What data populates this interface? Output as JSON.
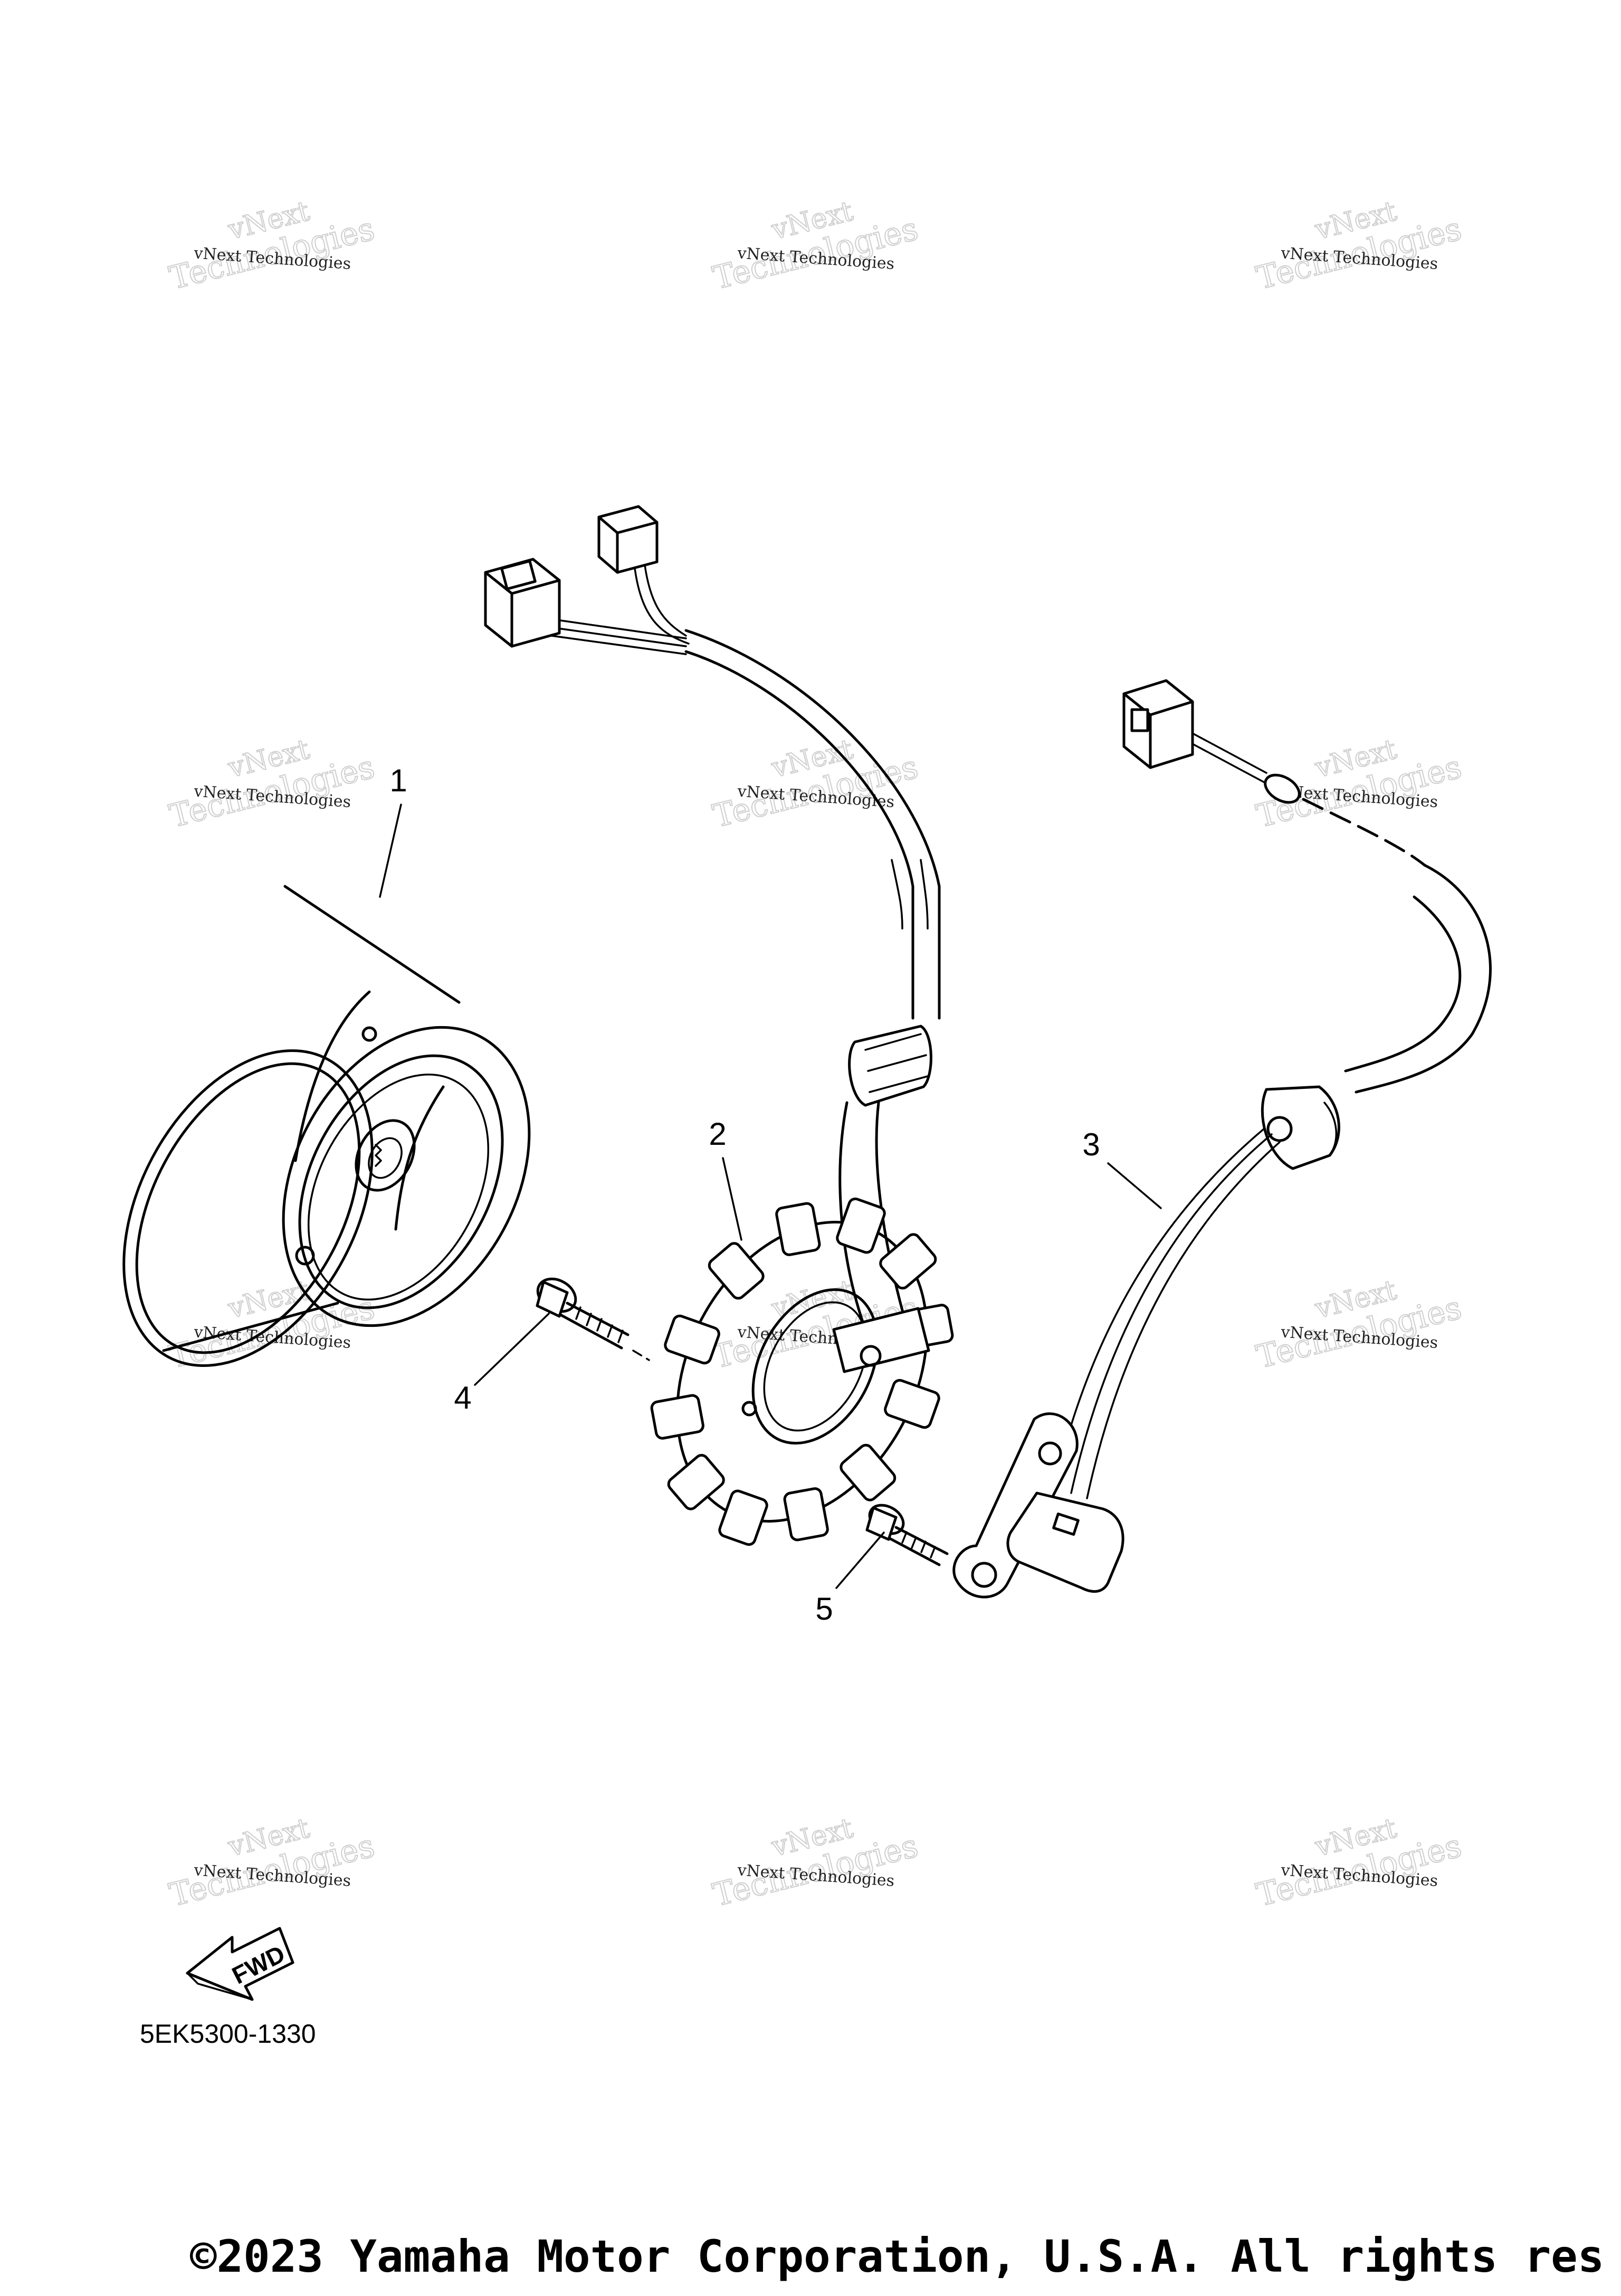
{
  "watermark": {
    "line1": "vNext Technologies",
    "line2": "vNext",
    "line3": "Technologies"
  },
  "callouts": {
    "part1": "1",
    "part2": "2",
    "part3": "3",
    "part4": "4",
    "part5": "5"
  },
  "fwd_arrow": {
    "label": "FWD"
  },
  "part_code": "5EK5300-1330",
  "copyright": "©2023 Yamaha Motor Corporation, U.S.A. All rights res"
}
